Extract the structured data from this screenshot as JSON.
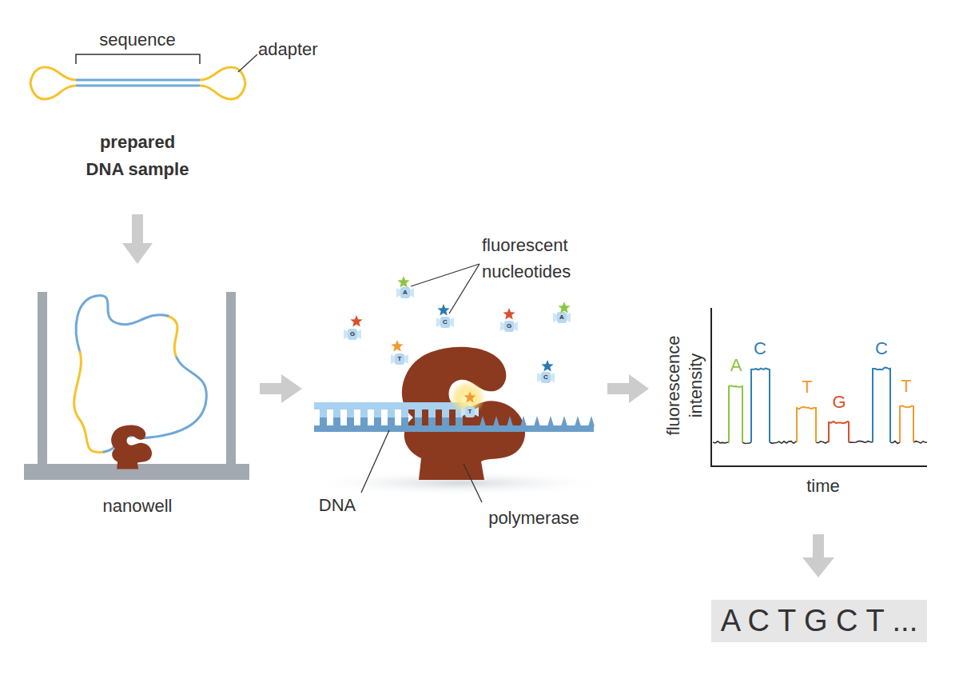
{
  "diagram": {
    "nodes": [
      {
        "text": [
          "A C T G C T ..."
        ]
      }
    ],
    "labels": [
      "sequence",
      "adapter",
      "prepared DNA sample",
      "fluorescent nucleotides",
      "A",
      "C",
      "G",
      "G",
      "A",
      "T",
      "C",
      "T",
      "nanowell",
      "DNA",
      "polymerase",
      "fluorescence intensity",
      "A",
      "C",
      "T",
      "G",
      "C",
      "T",
      "time"
    ]
  }
}
